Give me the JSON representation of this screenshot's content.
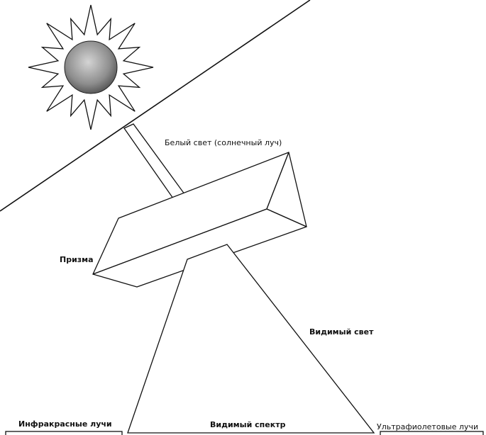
{
  "labels": {
    "white_light": "Белый свет (солнечный луч)",
    "prism": "Призма",
    "visible_light": "Видимый свет",
    "infrared": "Инфракрасные лучи",
    "visible_spectrum": "Видимый спектр",
    "ultraviolet": "Ультрафиолетовые лучи"
  },
  "colors": {
    "line": "#111111",
    "sun_fill": "#9a9a9a",
    "background": "#ffffff"
  },
  "icons": {
    "sun": "sun-icon",
    "prism": "prism-icon"
  }
}
